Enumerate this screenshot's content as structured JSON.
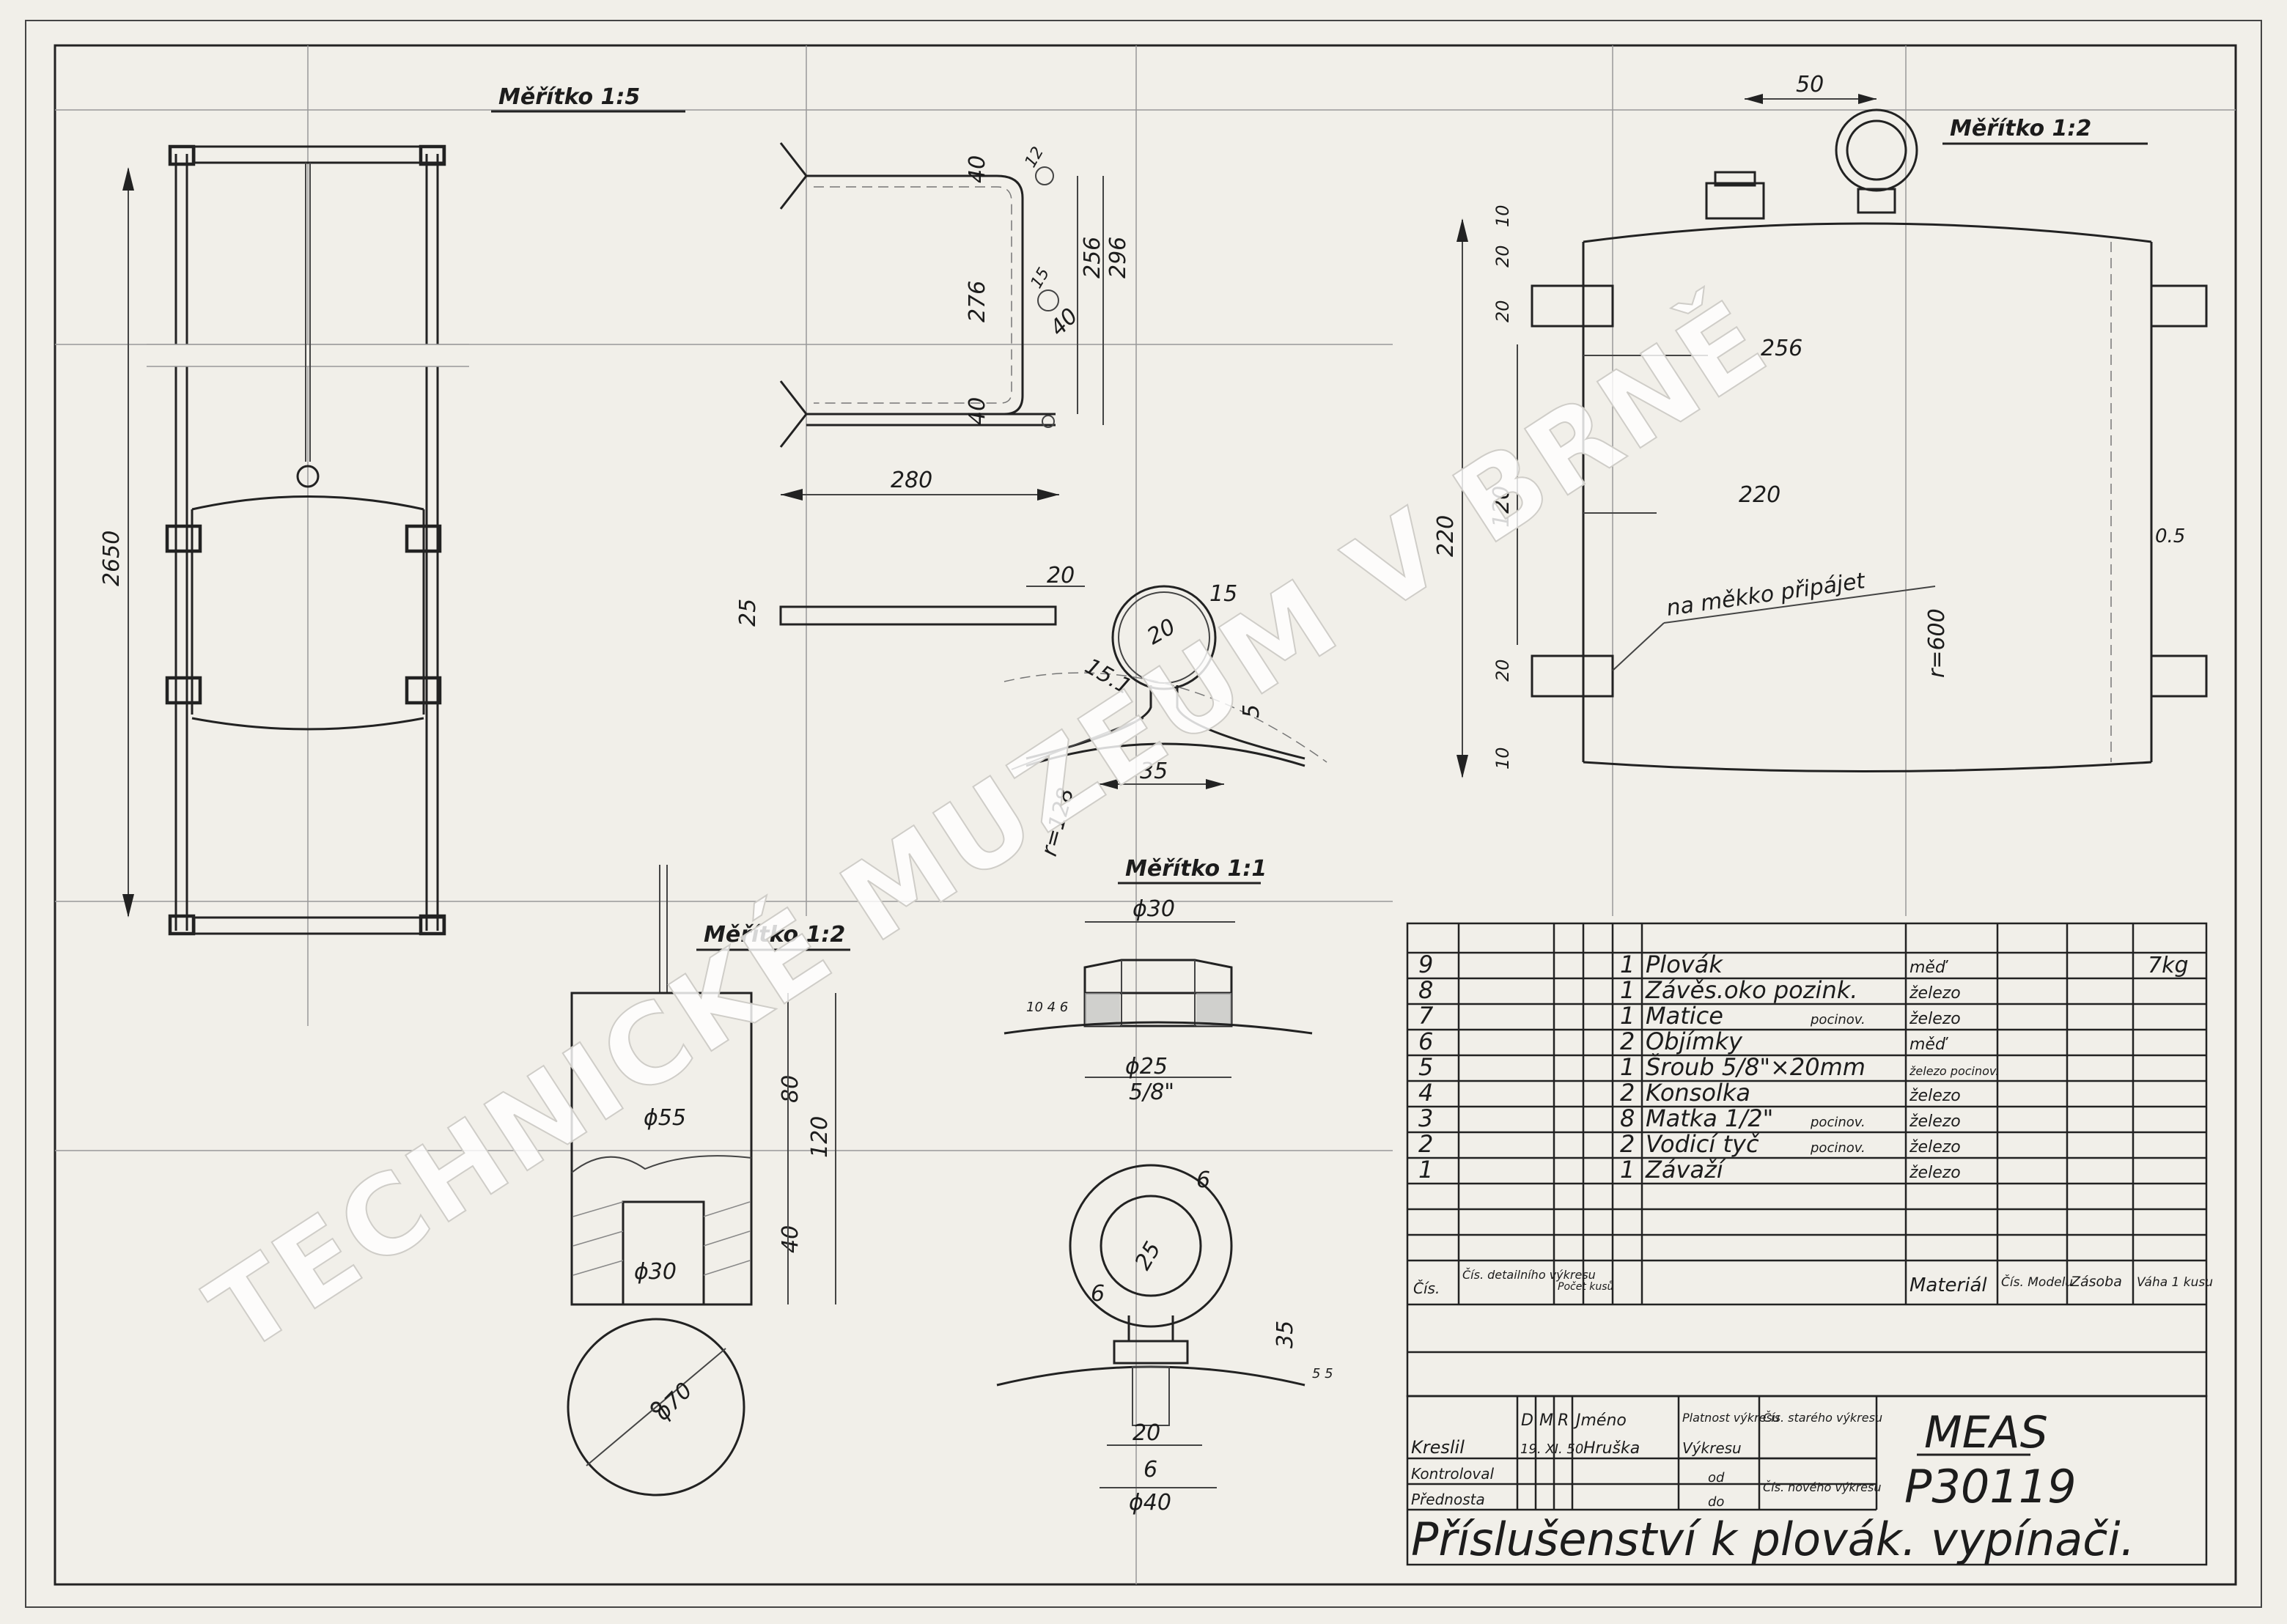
{
  "scales": {
    "s1": "Měřítko 1:5",
    "s2": "Měřítko 1:2",
    "s3": "Měřítko 1:1",
    "s4": "Měřítko 1:2"
  },
  "dims": {
    "d2650": "2650",
    "d280": "280",
    "d276": "276",
    "d256a": "256",
    "d296": "296",
    "d40a": "40",
    "d40b": "40",
    "d40c": "40",
    "d12": "12",
    "d15": "15",
    "d20a": "20",
    "d25a": "25",
    "d20b": "20",
    "d15b": "15",
    "d151": "15.1",
    "dr128": "r=128",
    "d35a": "35",
    "d5": "5",
    "d50": "50",
    "d256b": "256",
    "d220a": "220",
    "d220b": "220",
    "d120": "120",
    "d20c": "20",
    "d20d": "20",
    "d20e": "20",
    "d10a": "10",
    "d10b": "10",
    "d05": "0.5",
    "r600": "r=600",
    "note": "na měkko připájet",
    "phi30a": "ϕ30",
    "phi25": "ϕ25",
    "inch58": "5/8\"",
    "phi55": "ϕ55",
    "d80": "80",
    "d120b": "120",
    "d40d": "40",
    "phi30b": "ϕ30",
    "phi70": "ϕ70",
    "d6a": "6",
    "d25b": "25",
    "d6b": "6",
    "d35b": "35",
    "d20f": "20",
    "d6c": "6",
    "phi40": "ϕ40",
    "small1": "10 4 6",
    "small2": "5 5"
  },
  "parts_table": {
    "rows": [
      {
        "no": "9",
        "qty": "1",
        "name": "Plovák",
        "material": "měď",
        "weight": "7kg"
      },
      {
        "no": "8",
        "qty": "1",
        "name": "Závěs.oko pozink.",
        "material": "železo",
        "weight": ""
      },
      {
        "no": "7",
        "qty": "1",
        "name": "Matice",
        "note": "pocinov.",
        "material": "železo",
        "weight": ""
      },
      {
        "no": "6",
        "qty": "2",
        "name": "Objímky",
        "material": "měď",
        "weight": ""
      },
      {
        "no": "5",
        "qty": "1",
        "name": "Šroub 5/8\"×20mm",
        "material": "železo pocinov.",
        "weight": ""
      },
      {
        "no": "4",
        "qty": "2",
        "name": "Konsolka",
        "material": "železo",
        "weight": ""
      },
      {
        "no": "3",
        "qty": "8",
        "name": "Matka 1/2\"",
        "note": "pocinov.",
        "material": "železo",
        "weight": ""
      },
      {
        "no": "2",
        "qty": "2",
        "name": "Vodicí tyč",
        "note": "pocinov.",
        "material": "železo",
        "weight": ""
      },
      {
        "no": "1",
        "qty": "1",
        "name": "Závaží",
        "material": "železo",
        "weight": ""
      }
    ],
    "headers": {
      "cis": "Čís.",
      "detail": "Čís. detailního výkresu",
      "pocet": "Počet kusů",
      "material": "Materiál",
      "model": "Čís. Modelu",
      "zasoba": "Zásoba",
      "vaha": "Váha 1 kusu"
    }
  },
  "title_block": {
    "kreslil": "Kreslil",
    "kontroloval": "Kontroloval",
    "prednosta": "Přednosta",
    "d": "D",
    "m": "M",
    "r": "R",
    "jmeno": "Jméno",
    "date": "19. XI. 50",
    "name": "Hruška",
    "platnost": "Platnost výkresu",
    "platnost_v": "Výkresu",
    "od": "od",
    "do": "do",
    "stary": "Čís. starého výkresu",
    "novy": "Čís. nového výkresu",
    "company": "MEAS",
    "drawing_no": "P30119",
    "title": "Příslušenství k plovák. vypínači."
  },
  "watermark": "TECHNICKÉ MUZEUM V BRNĚ"
}
